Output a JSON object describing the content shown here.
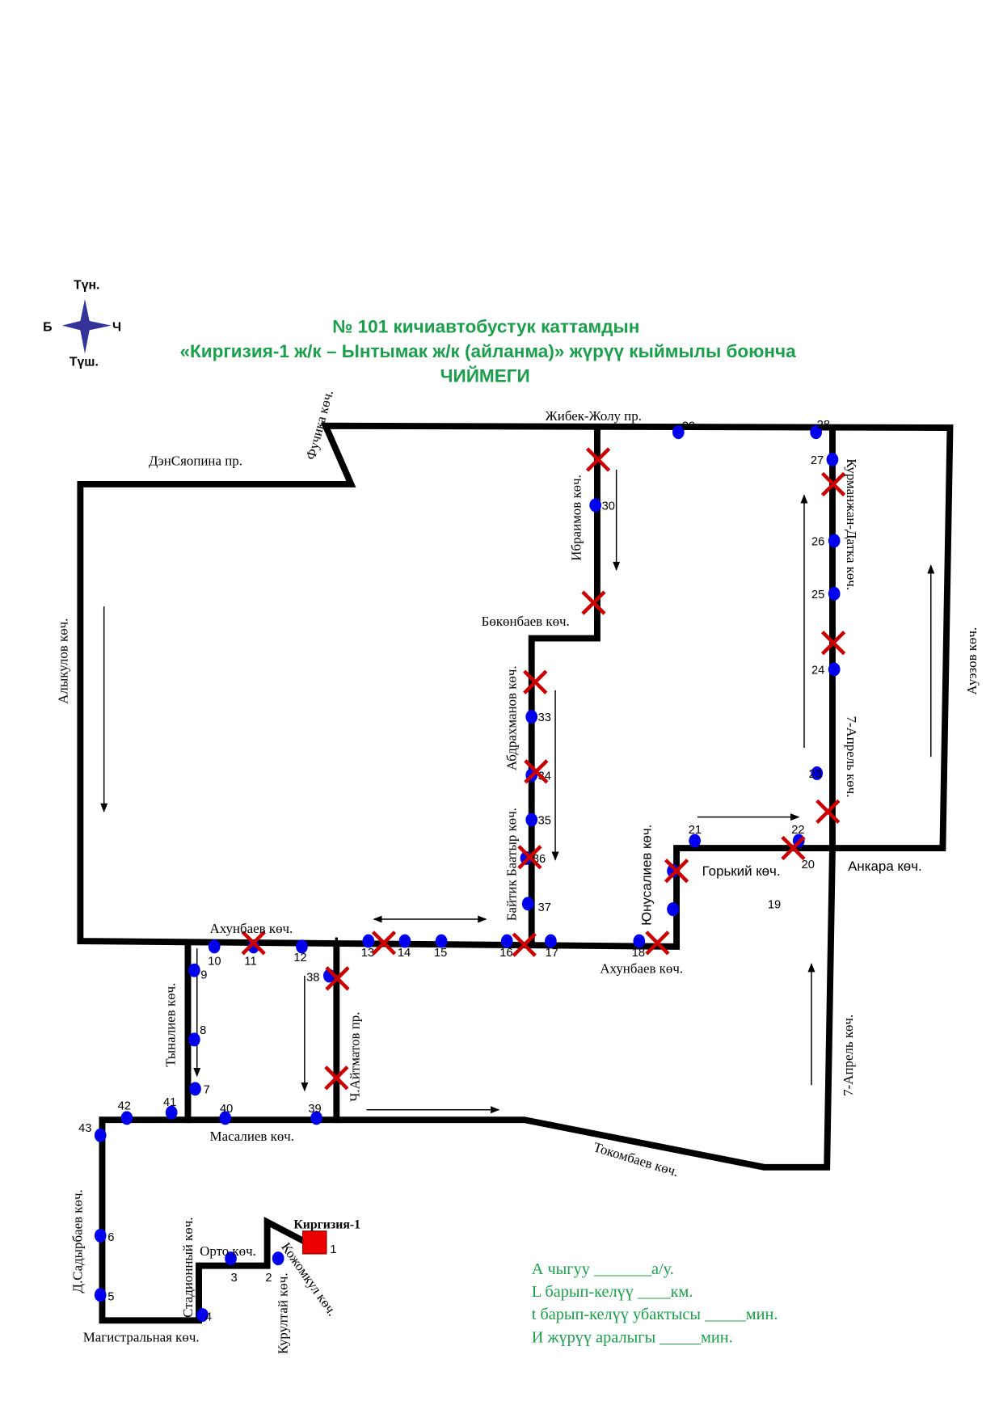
{
  "title": {
    "line1": "№ 101 кичиавтобустук каттамдын",
    "line2": "«Киргизия-1 ж/к – Ынтымак ж/к (айланма)» жүрүү кыймылы боюнча",
    "line3": "ЧИЙМЕГИ"
  },
  "compass": {
    "north": "Түн.",
    "west": "Б",
    "east": "Ч",
    "south": "Түш."
  },
  "terminal": {
    "name": "Киргизия-1",
    "stop": "1"
  },
  "streets": {
    "zhibek": "Жибек-Жолу пр.",
    "densyaopin": "ДэнСяопина пр.",
    "fuchik": "Фучика көч.",
    "alykulov": "Алыкулов көч.",
    "ibraimov": "Ибраимов көч.",
    "bokonbaev": "Бөкөнбаев көч.",
    "abdrakhmanov": "Абдрахманов көч.",
    "baitik": "Байтик Баатыр көч.",
    "yunusaliev": "Юнусалиев көч.",
    "gorky": "Горький көч.",
    "ankara": "Анкара  көч.",
    "kurmanzhan": "Курманжан-Датка көч.",
    "april7_north": "7-Апрель көч.",
    "auezov": "Ауэзов көч.",
    "akhunbaev_west": "Ахунбаев  көч.",
    "akhunbaev_east": "Ахунбаев көч.",
    "tynaliev": "Тыналиев  көч.",
    "aitmatov": "Ч.Айтматов пр.",
    "april7_south": "7-Апрель көч.",
    "masaliev": "Масалиев көч.",
    "tokombaev": "Токомбаев көч.",
    "sadyrbaev": "Д.Садырбаев көч.",
    "stadionny": "Стадионный көч.",
    "orto": "Орто көч.",
    "kurultai": "Курултай көч.",
    "kozhomkul": "Кожомкул көч.",
    "magistralnaya": "Магистральная көч."
  },
  "stops": [
    "2",
    "3",
    "4",
    "5",
    "6",
    "43",
    "42",
    "41",
    "40",
    "39",
    "7",
    "8",
    "9",
    "10",
    "11",
    "12",
    "38",
    "13",
    "14",
    "15",
    "16",
    "17",
    "18",
    "",
    "",
    "21",
    "22",
    "23",
    "24",
    "25",
    "26",
    "27",
    "28",
    "29",
    "30",
    "33",
    "34",
    "35",
    "36",
    "37"
  ],
  "extra_labels": {
    "stop20": "20",
    "stop19": "19"
  },
  "legend": {
    "departure": "А чыгуу  _______а/у.",
    "length": "L барып-келүү ____км.",
    "time": "t барып-келүү убактысы _____мин.",
    "interval": "И жүрүү аралыгы    _____мин."
  },
  "colors": {
    "title": "#1aa04a",
    "stop": "#0000ee",
    "closed": "#cc0000",
    "terminal": "#ee0000",
    "compass": "#333399"
  }
}
